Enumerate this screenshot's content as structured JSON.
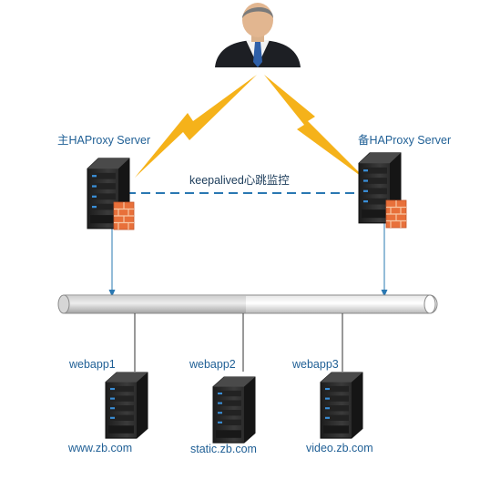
{
  "users": {
    "icon": "businessman-icon"
  },
  "primary": {
    "label": "主HAProxy Server",
    "icon": "server-icon",
    "firewall_icon": "firewall-icon"
  },
  "backup": {
    "label": "备HAProxy  Server",
    "icon": "server-icon",
    "firewall_icon": "firewall-icon"
  },
  "heartbeat": {
    "label": "keepalived心跳监控"
  },
  "backends": [
    {
      "name": "webapp1",
      "domain": "www.zb.com",
      "icon": "server-icon"
    },
    {
      "name": "webapp2",
      "domain": "static.zb.com",
      "icon": "server-icon"
    },
    {
      "name": "webapp3",
      "domain": "video.zb.com",
      "icon": "server-icon"
    }
  ],
  "colors": {
    "lightning": "#f5b21a",
    "link": "#2a78b2",
    "text": "#1f5f95",
    "server": "#2c2c2c",
    "firewall": "#e8703a"
  }
}
